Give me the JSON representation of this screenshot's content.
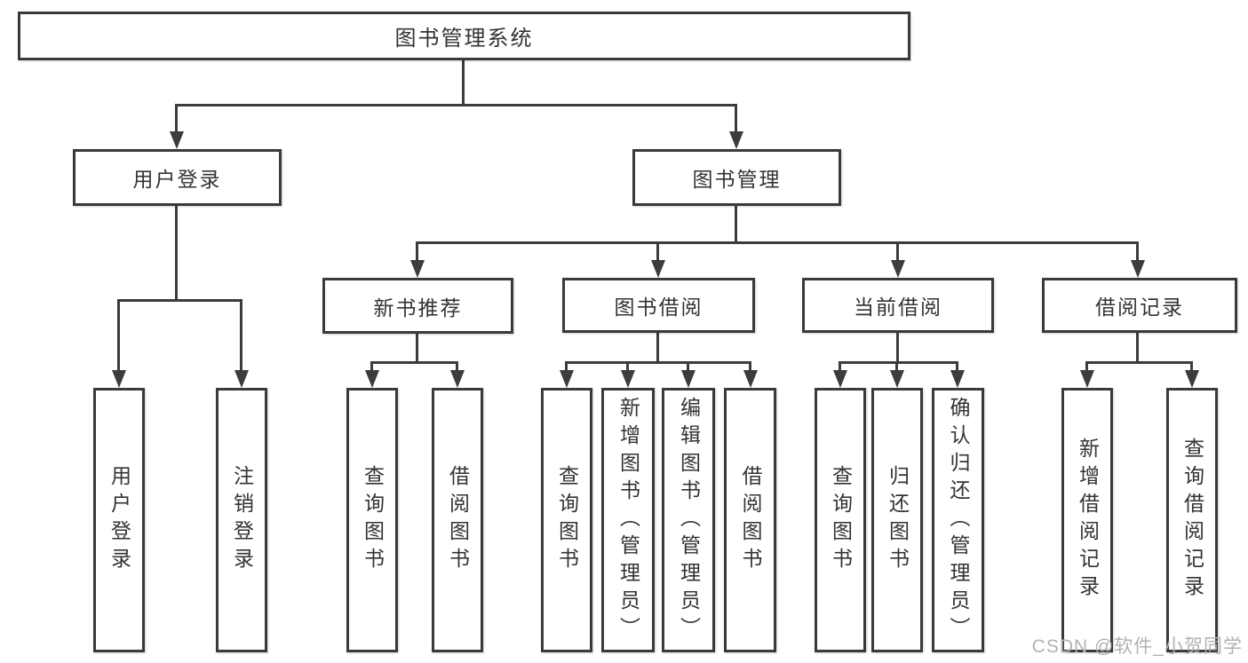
{
  "diagram": {
    "type": "hierarchy-tree",
    "colors": {
      "line": "#3c3c3c",
      "border": "#3a3a3a",
      "text": "#333333",
      "watermark_text": "#b2b2b2",
      "background": "#ffffff"
    },
    "tree": {
      "label": "图书管理系统",
      "children": [
        {
          "label": "用户登录",
          "children": [
            {
              "label": "用户登录"
            },
            {
              "label": "注销登录"
            }
          ]
        },
        {
          "label": "图书管理",
          "children": [
            {
              "label": "新书推荐",
              "children": [
                {
                  "label": "查询图书"
                },
                {
                  "label": "借阅图书"
                }
              ]
            },
            {
              "label": "图书借阅",
              "children": [
                {
                  "label": "查询图书"
                },
                {
                  "label": "新增图书（管理员）"
                },
                {
                  "label": "编辑图书（管理员）"
                },
                {
                  "label": "借阅图书"
                }
              ]
            },
            {
              "label": "当前借阅",
              "children": [
                {
                  "label": "查询图书"
                },
                {
                  "label": "归还图书"
                },
                {
                  "label": "确认归还（管理员）"
                }
              ]
            },
            {
              "label": "借阅记录",
              "children": [
                {
                  "label": "新增借阅记录"
                },
                {
                  "label": "查询借阅记录"
                }
              ]
            }
          ]
        }
      ]
    },
    "watermark": {
      "text": "CSDN @软件_小贺同学"
    }
  }
}
